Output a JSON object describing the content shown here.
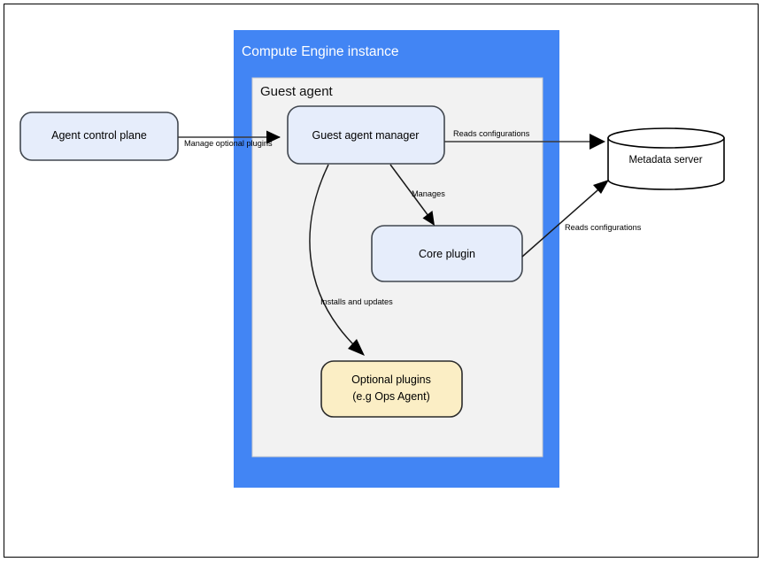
{
  "diagram": {
    "title": "Compute Engine instance",
    "subtitle": "Guest agent",
    "colors": {
      "frame_blue": "#4285f4",
      "panel_gray": "#f2f2f2",
      "node_blue_fill": "#e6edfb",
      "node_blue_stroke": "#41474f",
      "node_yellow_fill": "#fbeec5",
      "node_yellow_stroke": "#2b2b2b",
      "cylinder_fill": "#ffffff",
      "connector": "#3a3a3a",
      "page_border": "#000000",
      "background": "#ffffff"
    },
    "nodes": {
      "agent_control_plane": {
        "label": "Agent control plane",
        "shape": "rounded-rect",
        "fill": "#e6edfb"
      },
      "guest_agent_manager": {
        "label": "Guest agent manager",
        "shape": "rounded-rect",
        "fill": "#e6edfb"
      },
      "core_plugin": {
        "label": "Core plugin",
        "shape": "rounded-rect",
        "fill": "#e6edfb"
      },
      "optional_plugins": {
        "label_line1": "Optional plugins",
        "label_line2": "(e.g  Ops Agent)",
        "shape": "rounded-rect",
        "fill": "#fbeec5"
      },
      "metadata_server": {
        "label": "Metadata server",
        "shape": "cylinder",
        "fill": "#ffffff"
      }
    },
    "edges": [
      {
        "id": "control-plane-to-manager",
        "label": "Manage optional plugins",
        "from": "agent_control_plane",
        "to": "guest_agent_manager",
        "style": "straight"
      },
      {
        "id": "manager-to-metadata",
        "label": "Reads configurations",
        "from": "guest_agent_manager",
        "to": "metadata_server",
        "style": "straight"
      },
      {
        "id": "manager-to-core-plugin",
        "label": "Manages",
        "from": "guest_agent_manager",
        "to": "core_plugin",
        "style": "straight"
      },
      {
        "id": "manager-to-optional-plugins",
        "label": "Installs and updates",
        "from": "guest_agent_manager",
        "to": "optional_plugins",
        "style": "curved"
      },
      {
        "id": "core-plugin-to-metadata",
        "label": "Reads configurations",
        "from": "core_plugin",
        "to": "metadata_server",
        "style": "straight"
      }
    ]
  }
}
